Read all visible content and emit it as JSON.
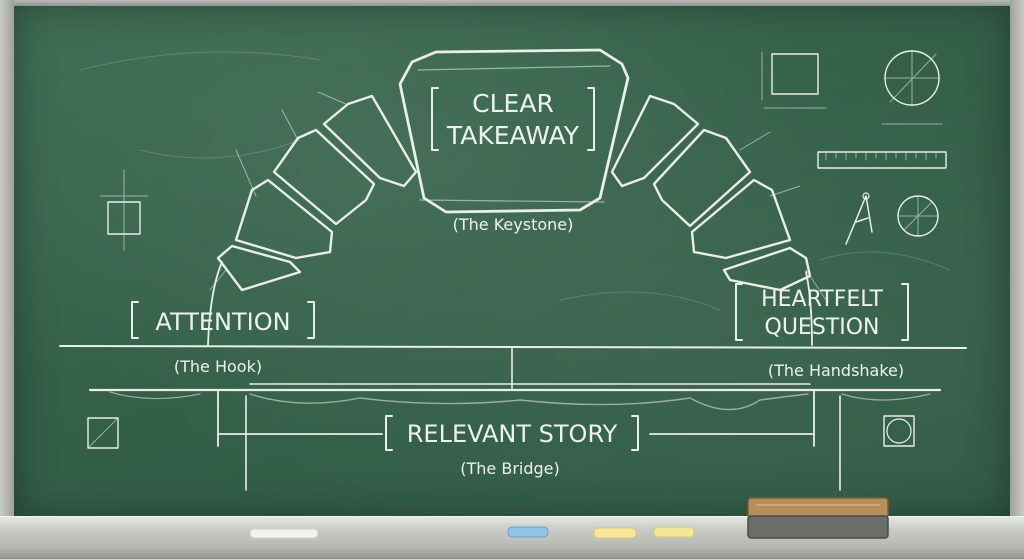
{
  "keystone": {
    "title_line1": "CLEAR",
    "title_line2": "TAKEAWAY",
    "caption": "(The Keystone)"
  },
  "left_label": {
    "title": "ATTENTION",
    "caption": "(The Hook)"
  },
  "right_label": {
    "title_line1": "HEARTFELT",
    "title_line2": "QUESTION",
    "caption": "(The Handshake)"
  },
  "bottom_label": {
    "title": "RELEVANT STORY",
    "caption": "(The Bridge)"
  },
  "colors": {
    "board": "#34604a",
    "chalk": "#eef2ec",
    "frame": "#c8cbc5"
  }
}
